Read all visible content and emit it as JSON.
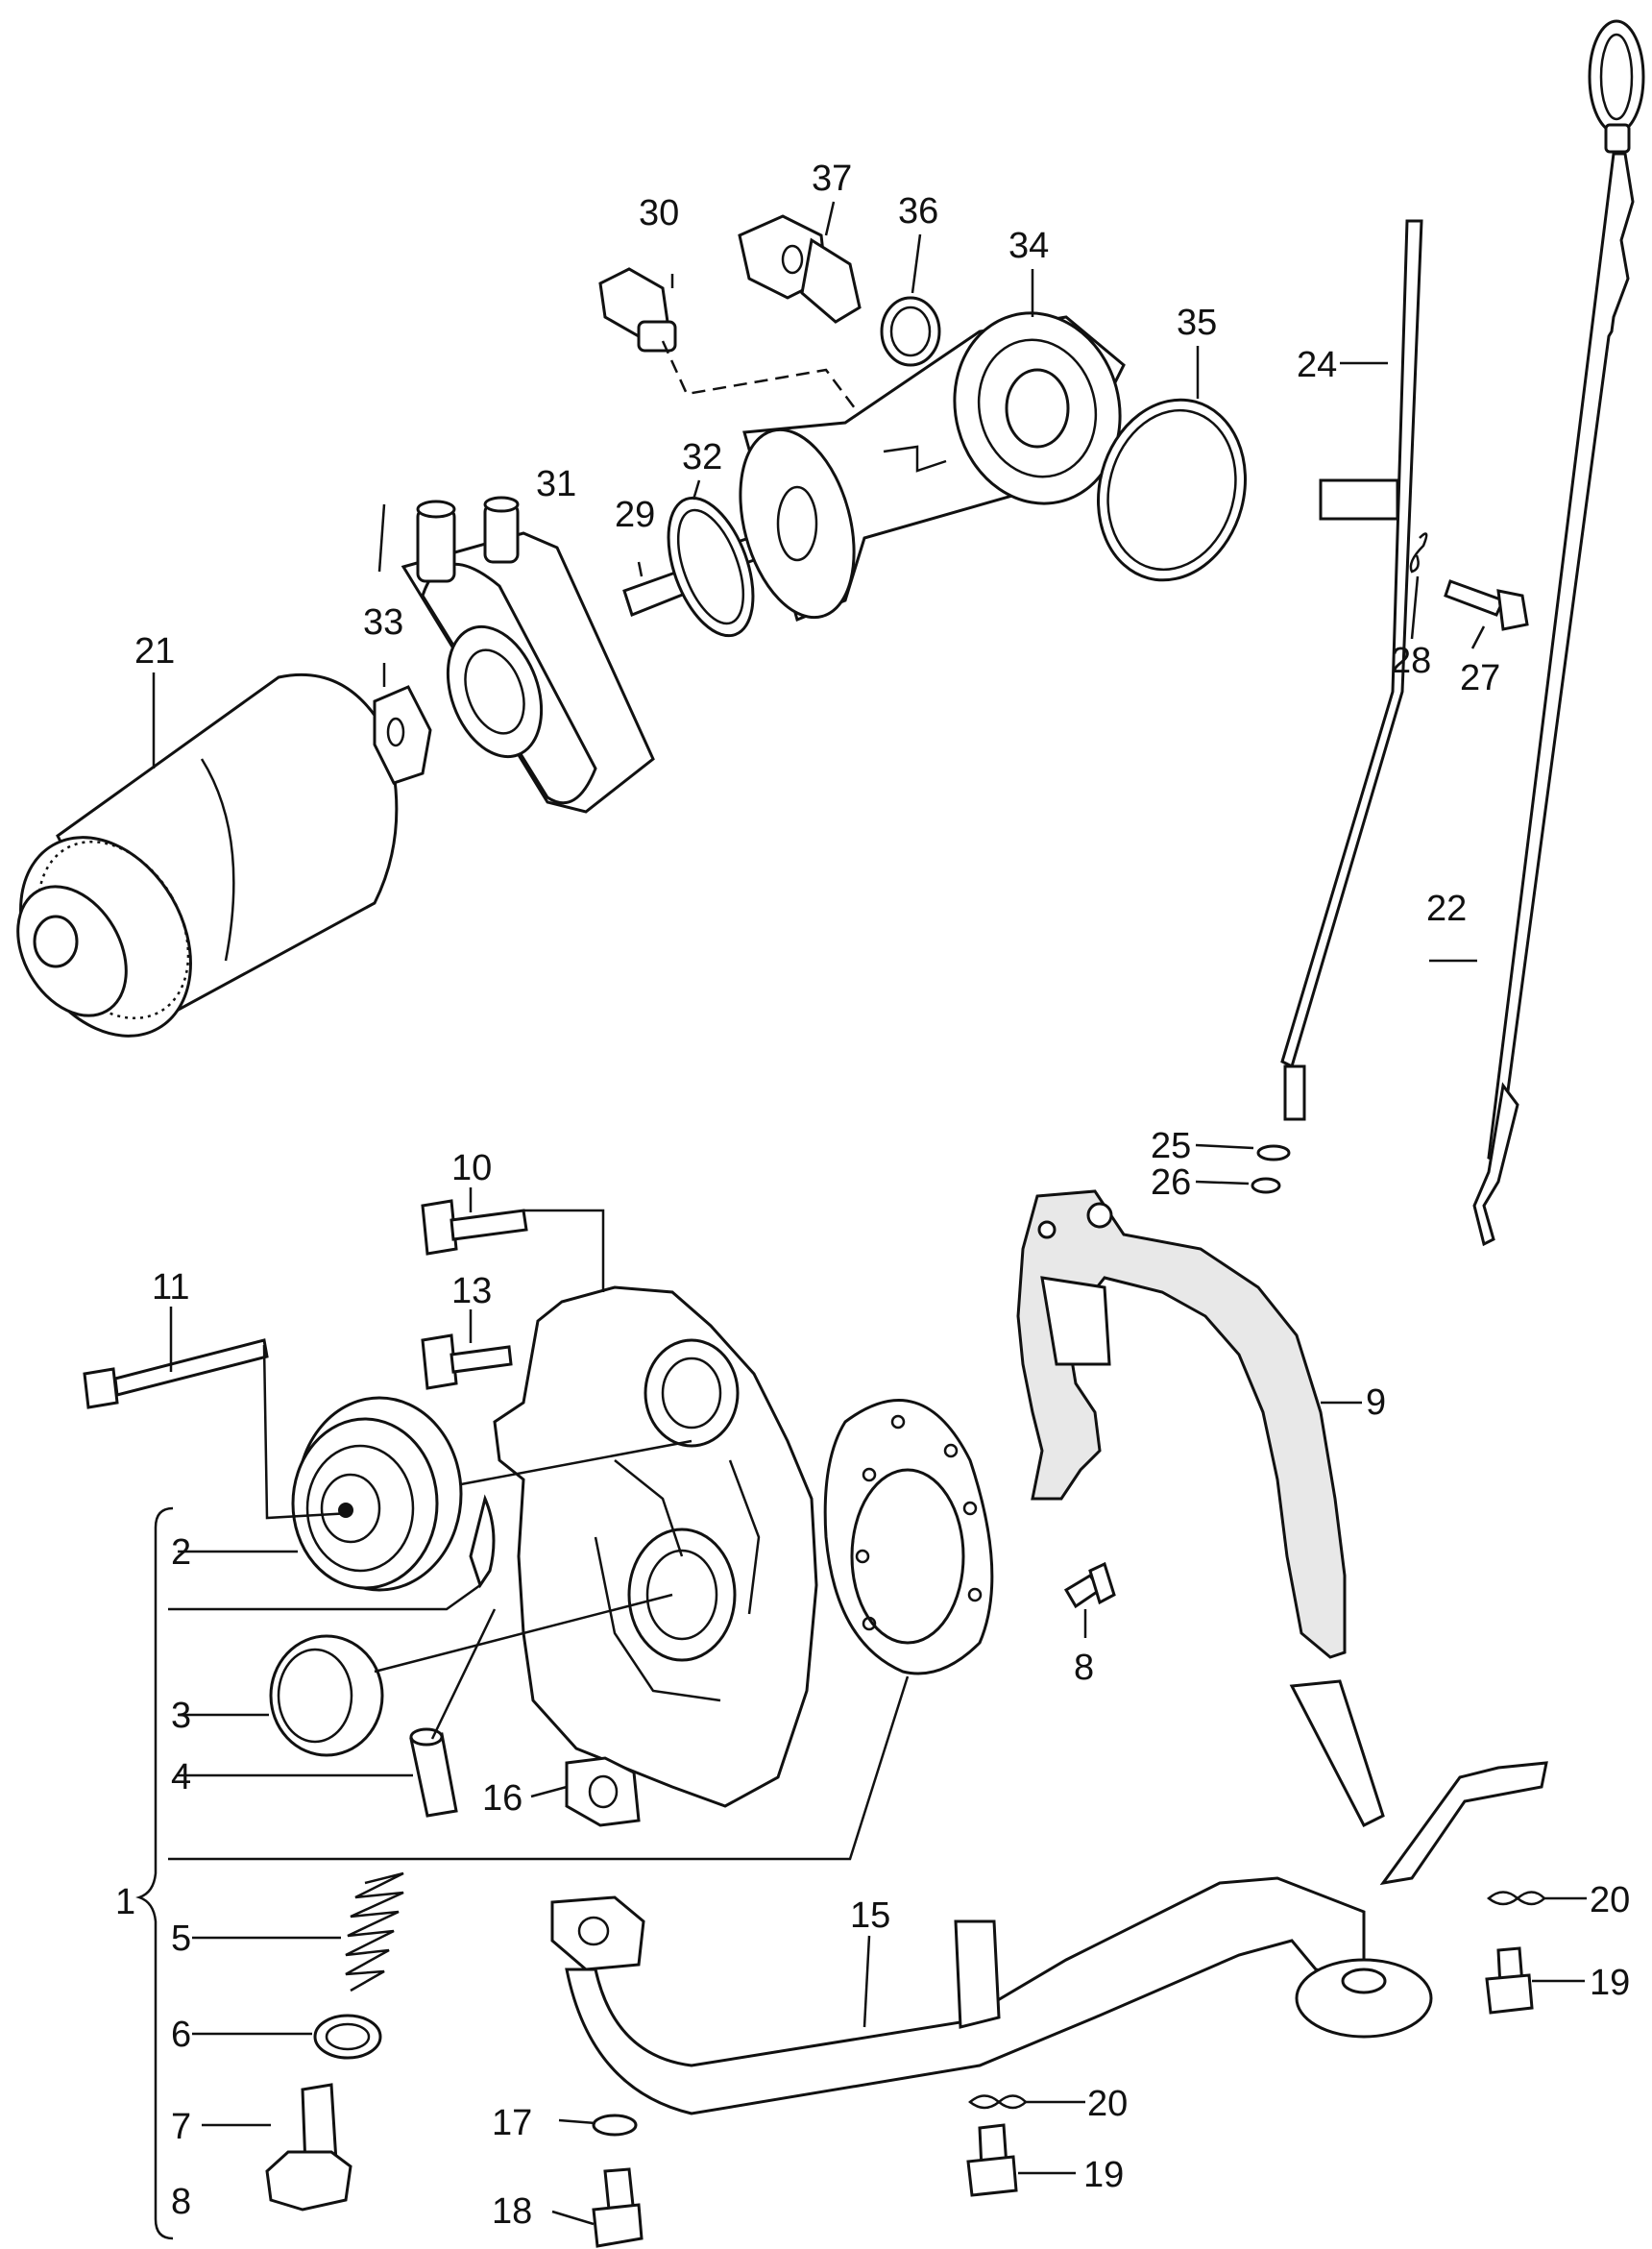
{
  "labels": {
    "p1": "1",
    "p2": "2",
    "p3": "3",
    "p4": "4",
    "p5": "5",
    "p6": "6",
    "p7": "7",
    "p8a": "8",
    "p8b": "8",
    "p9": "9",
    "p10": "10",
    "p11": "11",
    "p13": "13",
    "p15": "15",
    "p16": "16",
    "p17": "17",
    "p18": "18",
    "p19a": "19",
    "p19b": "19",
    "p20a": "20",
    "p20b": "20",
    "p21": "21",
    "p22": "22",
    "p24": "24",
    "p25": "25",
    "p26": "26",
    "p27": "27",
    "p28": "28",
    "p29": "29",
    "p30": "30",
    "p31": "31",
    "p32": "32",
    "p33": "33",
    "p34": "34",
    "p35": "35",
    "p36": "36",
    "p37": "37"
  }
}
